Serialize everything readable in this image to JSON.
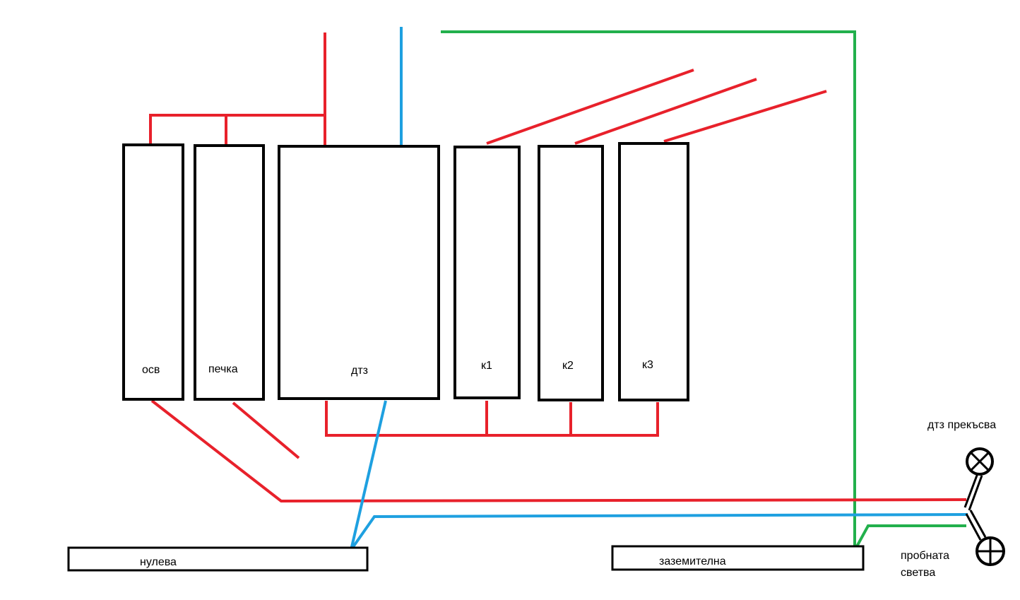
{
  "colors": {
    "phase": "#e8212b",
    "neutral": "#1ea0e0",
    "earth": "#22b04c",
    "outline": "#000000"
  },
  "breakers": [
    {
      "id": "osv",
      "label": "осв"
    },
    {
      "id": "pechka",
      "label": "печка"
    },
    {
      "id": "dtz",
      "label": "дтз"
    },
    {
      "id": "k1",
      "label": "к1"
    },
    {
      "id": "k2",
      "label": "к2"
    },
    {
      "id": "k3",
      "label": "к3"
    }
  ],
  "bus_bars": {
    "neutral": {
      "label": "нулева"
    },
    "earth": {
      "label": "заземителна"
    }
  },
  "test_lamp": {
    "top_caption": "дтз прекъсва",
    "bottom_caption_line1": "пробната",
    "bottom_caption_line2": "светва"
  }
}
